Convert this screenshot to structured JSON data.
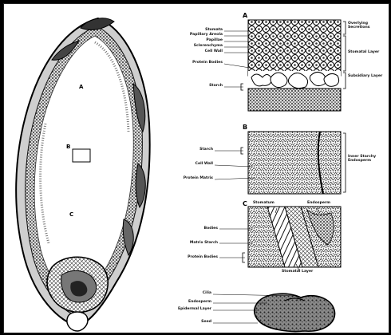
{
  "panels": {
    "a": {
      "letter": "A",
      "left_labels": [
        "Stomata",
        "Papillary Areola",
        "Papillae",
        "Sclerenchyma",
        "Cell Wall",
        "Protein Bodies",
        "Starch"
      ],
      "right_labels": [
        "Overlying Secretions",
        "Stomatal Layer",
        "Subsidiary Layer"
      ]
    },
    "b": {
      "letter": "B",
      "left_labels": [
        "Starch",
        "Cell Wall",
        "Protein Matrix"
      ],
      "right_labels": [
        "Inner Starchy Endosperm"
      ]
    },
    "c": {
      "letter": "C",
      "top_labels": [
        "Stomatum",
        "Endosperm"
      ],
      "left_labels": [
        "Bodies",
        "Matrix Starch",
        "Protein Bodies"
      ],
      "bottom_label": "Stomatal Layer"
    },
    "d": {
      "left_labels": [
        "Cilia",
        "Endosperm",
        "Epidermal Layer",
        "Seed"
      ]
    }
  },
  "overview": {
    "markers": [
      "A",
      "B",
      "C"
    ]
  },
  "colors": {
    "ink": "#111111",
    "background": "#ffffff",
    "frame": "#000000"
  }
}
